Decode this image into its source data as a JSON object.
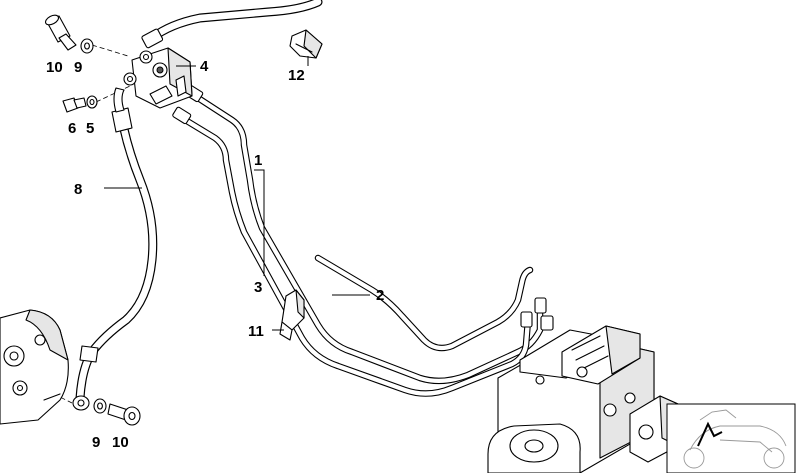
{
  "callouts": {
    "part_1": "1",
    "part_2": "2",
    "part_3": "3",
    "part_4": "4",
    "part_5": "5",
    "part_6": "6",
    "part_8": "8",
    "part_9_top": "9",
    "part_9_bottom": "9",
    "part_10_top": "10",
    "part_10_bottom": "10",
    "part_11": "11",
    "part_12": "12"
  }
}
